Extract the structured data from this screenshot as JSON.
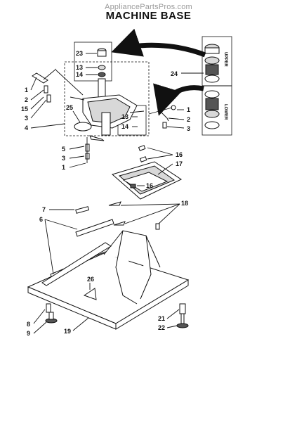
{
  "header": {
    "watermark": "AppliancePartsPros.com",
    "title": "MACHINE BASE"
  },
  "inset": {
    "upper_label": "UPPER",
    "lower_label": "LOWER"
  },
  "callouts": [
    "23",
    "13",
    "14",
    "24",
    "1",
    "2",
    "15",
    "3",
    "25",
    "4",
    "13",
    "14",
    "1",
    "2",
    "3",
    "5",
    "3",
    "1",
    "16",
    "17",
    "16",
    "7",
    "18",
    "6",
    "26",
    "8",
    "9",
    "19",
    "21",
    "22"
  ]
}
